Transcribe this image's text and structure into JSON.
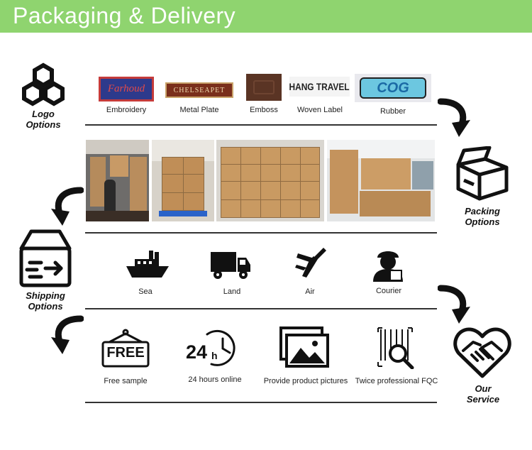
{
  "banner": {
    "title": "Packaging & Delivery",
    "color": "#8fd46f"
  },
  "sections": {
    "logo": {
      "title_line1": "Logo",
      "title_line2": "Options"
    },
    "packing": {
      "title_line1": "Packing",
      "title_line2": "Options"
    },
    "shipping": {
      "title_line1": "Shipping",
      "title_line2": "Options"
    },
    "service": {
      "title_line1": "Our",
      "title_line2": "Service"
    }
  },
  "logo_options": [
    {
      "label": "Embroidery",
      "sample_text": "Farhoud"
    },
    {
      "label": "Metal Plate",
      "sample_text": "CHELSEAPET"
    },
    {
      "label": "Emboss",
      "sample_text": ""
    },
    {
      "label": "Woven Label",
      "sample_text": "HANG TRAVEL"
    },
    {
      "label": "Rubber",
      "sample_text": "COG"
    }
  ],
  "shipping_options": [
    {
      "label": "Sea",
      "icon": "ship-icon"
    },
    {
      "label": "Land",
      "icon": "truck-icon"
    },
    {
      "label": "Air",
      "icon": "airplane-icon"
    },
    {
      "label": "Courier",
      "icon": "courier-icon"
    }
  ],
  "service_options": [
    {
      "label": "Free sample",
      "icon": "free-sign-icon",
      "badge": "FREE"
    },
    {
      "label": "24 hours online",
      "icon": "clock-24h-icon",
      "badge": "24"
    },
    {
      "label": "Provide product pictures",
      "icon": "pictures-icon"
    },
    {
      "label": "Twice professional FQC",
      "icon": "inspection-icon"
    }
  ]
}
